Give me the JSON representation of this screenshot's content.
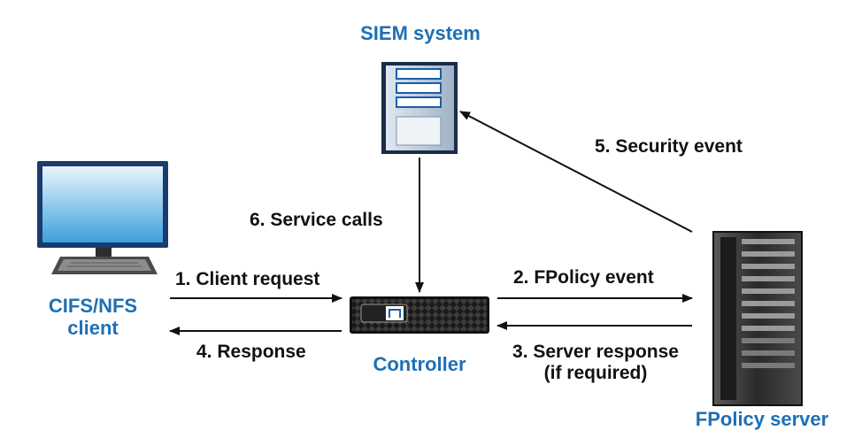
{
  "nodes": {
    "siem": {
      "label": "SIEM system"
    },
    "client": {
      "label_line1": "CIFS/NFS",
      "label_line2": "client"
    },
    "controller": {
      "label": "Controller"
    },
    "fpolicy_server": {
      "label": "FPolicy server"
    }
  },
  "flows": {
    "client_request": "1. Client request",
    "fpolicy_event": "2. FPolicy event",
    "server_response_line1": "3. Server response",
    "server_response_line2": "(if required)",
    "response": "4. Response",
    "security_event": "5. Security event",
    "service_calls": "6. Service calls"
  },
  "colors": {
    "node_label": "#1f6fb4",
    "flow_label": "#111111",
    "arrow": "#111111",
    "monitor_screen": "#4aa8e0",
    "monitor_frame": "#1a3b6e",
    "tower_body": "#2b2b2b",
    "siem_body": "#8aa0b8"
  }
}
